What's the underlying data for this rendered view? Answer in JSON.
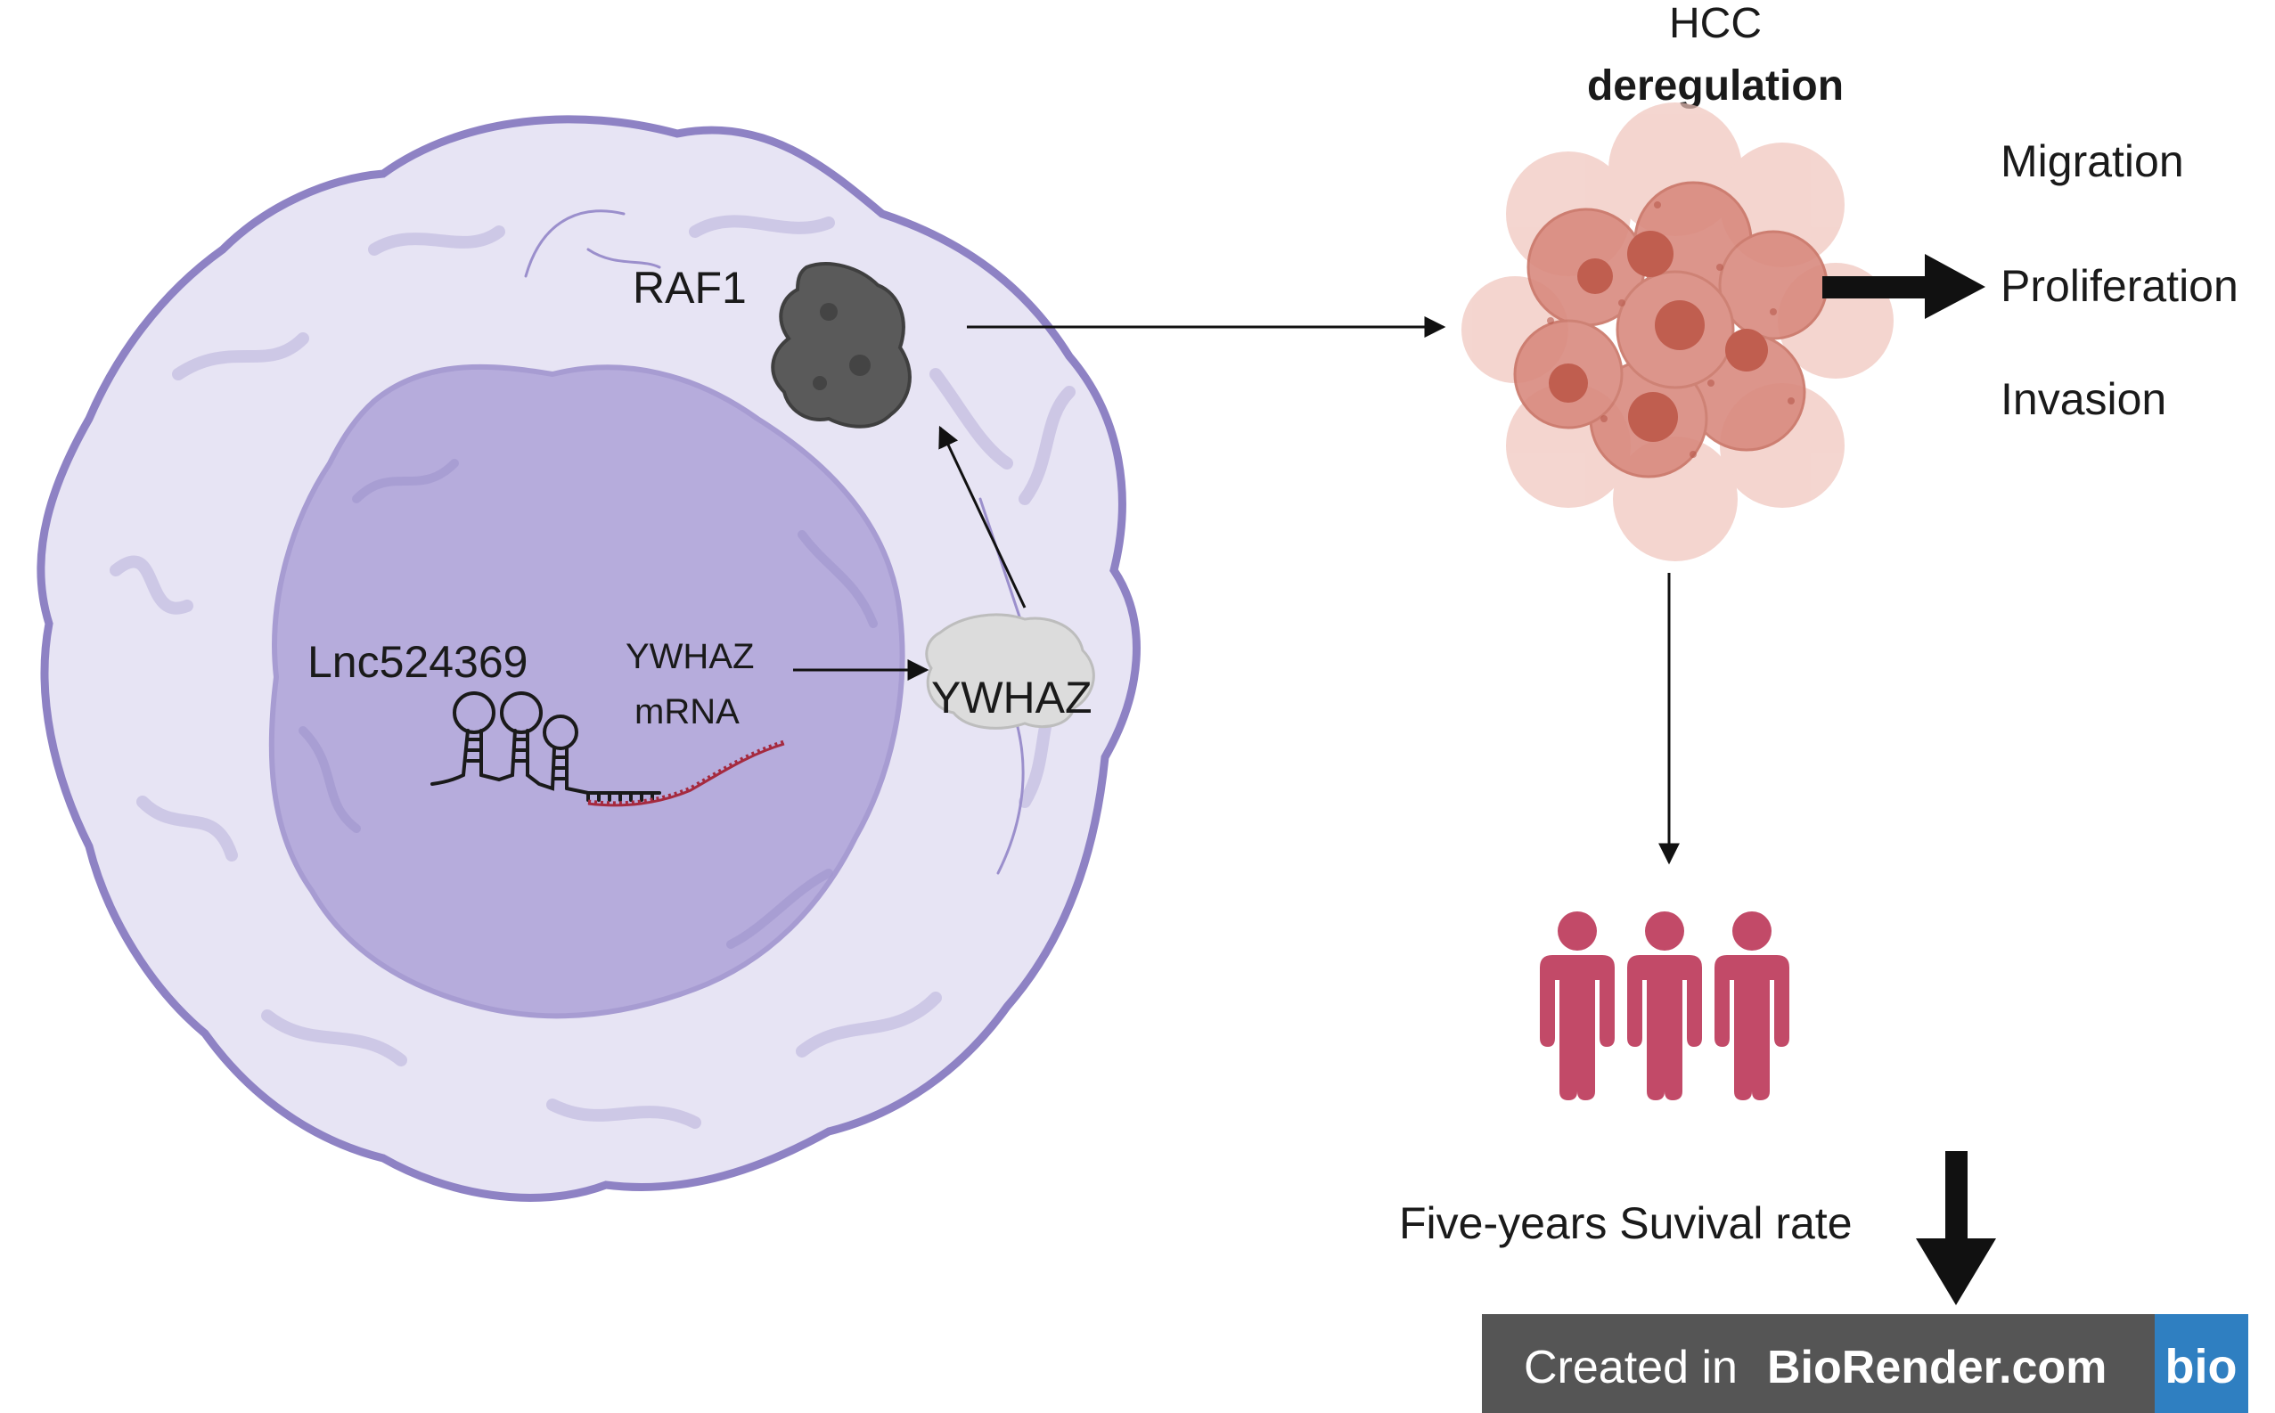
{
  "labels": {
    "hcc_title_line1": "HCC",
    "hcc_title_line2": "deregulation",
    "migration": "Migration",
    "proliferation": "Proliferation",
    "invasion": "Invasion",
    "raf1": "RAF1",
    "lnc": "Lnc524369",
    "ywhaz_mrna_line1": "YWHAZ",
    "ywhaz_mrna_line2": "mRNA",
    "ywhaz_protein": "YWHAZ",
    "survival": "Five-years Suvival rate"
  },
  "badge": {
    "prefix": "Created in ",
    "brand": "BioRender.com",
    "logo": "bio"
  },
  "colors": {
    "cell_outline": "#8e82c4",
    "cell_fill": "#e6e3f3",
    "nucleus_fill": "#b3aad9",
    "raf1_protein": "#5a5a5a",
    "ywhaz_protein": "#d9d9d9",
    "tumor": "#d77f72",
    "people": "#c24a68",
    "rna_strand": "#a52a3f",
    "badge_bg": "#555555",
    "badge_logo": "#2f7fc1"
  }
}
